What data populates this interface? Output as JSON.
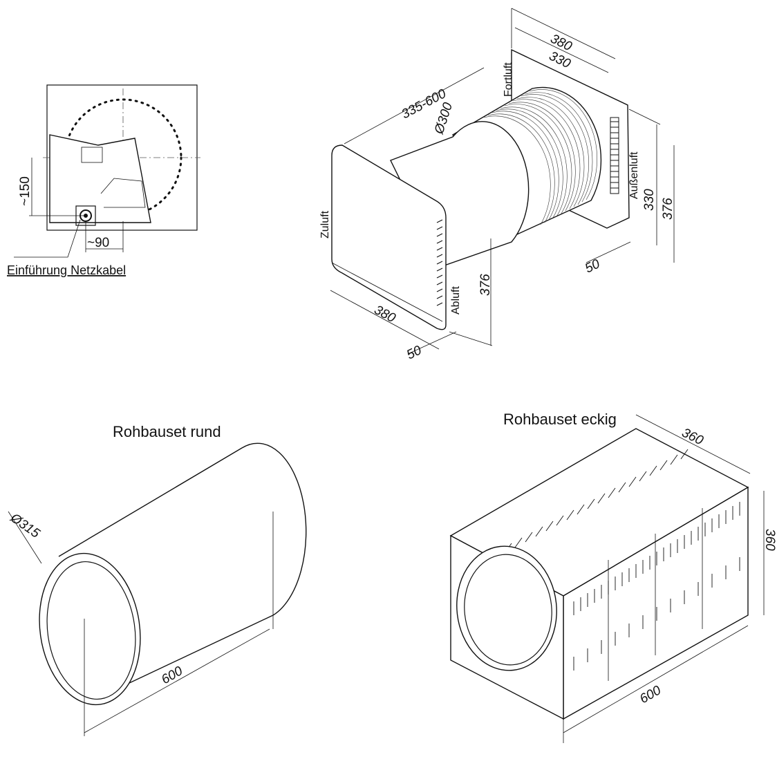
{
  "top_left_view": {
    "dim_150": "~150",
    "dim_90": "~90",
    "caption": "Einführung Netzkabel"
  },
  "main_unit": {
    "dim_380_top": "380",
    "dim_330_top": "330",
    "dim_335_600": "335-600",
    "dim_diameter_300": "Ø300",
    "label_fortluft": "Fortluft",
    "label_aussenluft": "Außenluft",
    "dim_330_right": "330",
    "dim_376_right": "376",
    "dim_50_right": "50",
    "label_zuluft": "Zuluft",
    "label_abluft": "Abluft",
    "dim_376_front": "376",
    "dim_380_front": "380",
    "dim_50_front": "50"
  },
  "rohbauset_rund": {
    "title": "Rohbauset rund",
    "dim_diameter": "Ø315",
    "dim_length": "600"
  },
  "rohbauset_eckig": {
    "title": "Rohbauset eckig",
    "dim_width": "360",
    "dim_height": "360",
    "dim_length": "600"
  }
}
